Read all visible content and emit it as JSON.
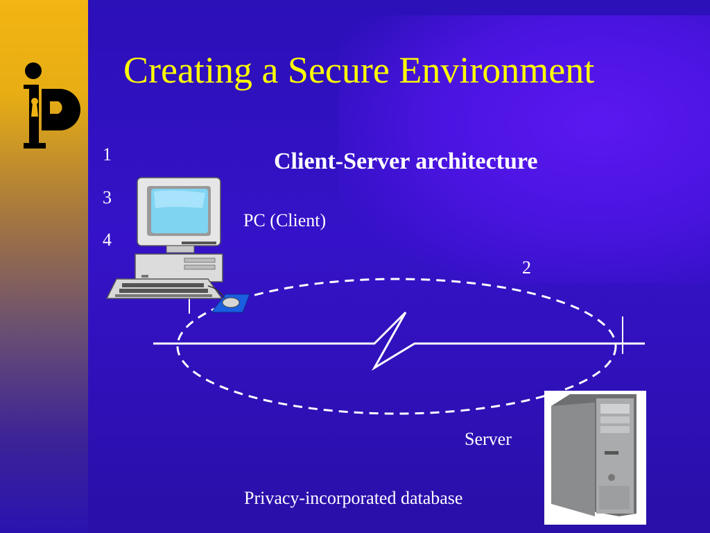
{
  "slide": {
    "title": "Creating a Secure Environment",
    "subtitle": "Client-Server architecture",
    "numbers": [
      "1",
      "3",
      "4",
      "2"
    ],
    "client_label": "PC (Client)",
    "server_label": "Server",
    "database_label": "Privacy-incorporated database"
  },
  "colors": {
    "background": "#2c10b8",
    "title": "#ffff00",
    "text": "#ffffff",
    "sidebar_top": "#f2b512"
  },
  "icons": [
    "ip-logo-icon",
    "desktop-computer-icon",
    "tower-server-icon",
    "network-link-icon"
  ]
}
